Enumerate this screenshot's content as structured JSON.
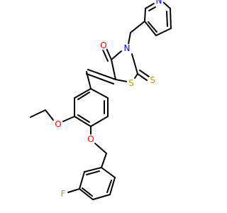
{
  "molecule": {
    "atoms": [
      {
        "id": "o_carbonyl",
        "label": "O",
        "color": "#ff0000"
      },
      {
        "id": "n_ring",
        "label": "N",
        "color": "#0000ff"
      },
      {
        "id": "s_ring",
        "label": "S",
        "color": "#b2a200"
      },
      {
        "id": "s_thione",
        "label": "S",
        "color": "#b2a200"
      },
      {
        "id": "n_pyridine",
        "label": "N",
        "color": "#0000ff"
      },
      {
        "id": "o_ethoxy",
        "label": "O",
        "color": "#ff0000"
      },
      {
        "id": "o_ether",
        "label": "O",
        "color": "#ff0000"
      },
      {
        "id": "f",
        "label": "F",
        "color": "#7fb533"
      }
    ],
    "bond_color": "#000000",
    "background": "#ffffff"
  }
}
